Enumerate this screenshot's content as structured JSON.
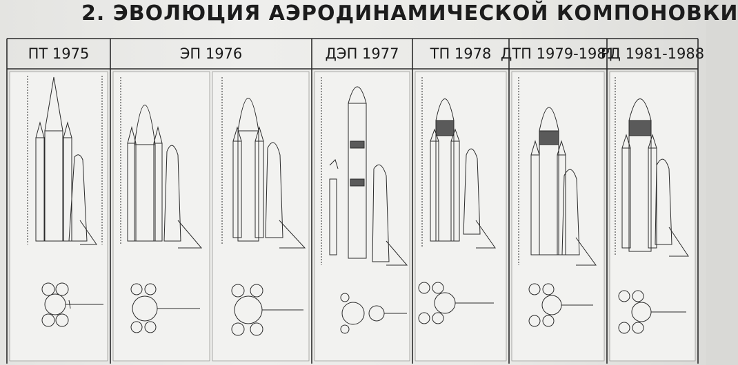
{
  "poster": {
    "title": "2. ЭВОЛЮЦИЯ АЭРОДИНАМИЧЕСКОЙ КОМПОНОВКИ",
    "columns": [
      {
        "label": "ПТ 1975"
      },
      {
        "label": "ЭП 1976"
      },
      {
        "label": "ДЭП 1977"
      },
      {
        "label": "ТП 1978"
      },
      {
        "label": "ДТП 1979-1981"
      },
      {
        "label": "РД 1981-1988"
      }
    ]
  },
  "colors": {
    "ink": "#2a2a2a",
    "paper": "#eeeeec",
    "fill": "#5a5a5a"
  }
}
